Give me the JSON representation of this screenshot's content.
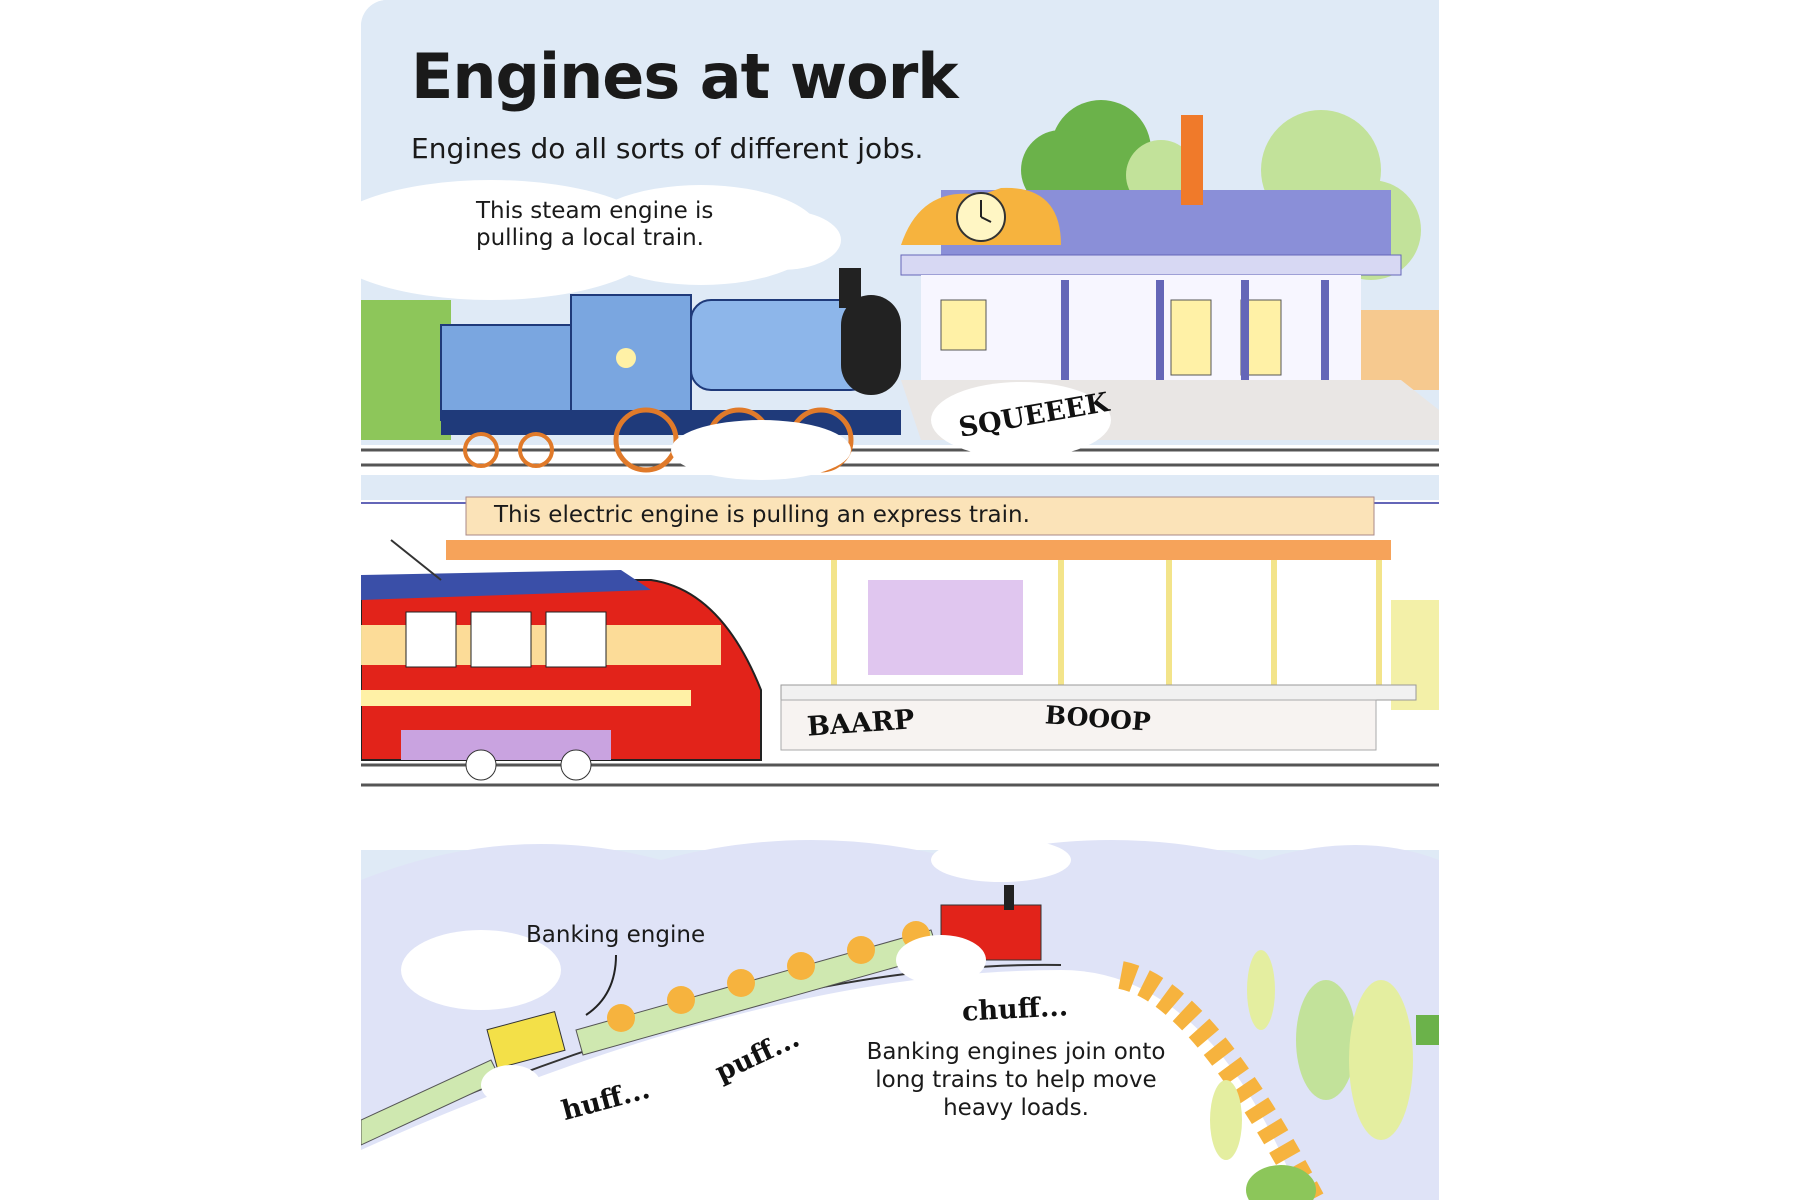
{
  "title": "Engines at work",
  "subtitle": "Engines do all sorts of different jobs.",
  "steam_section": {
    "caption": "This steam engine is pulling a local train.",
    "sound": "SQUEEEK"
  },
  "electric_section": {
    "caption": "This electric engine is pulling an express train.",
    "sounds": [
      "BAARP",
      "BOOOP"
    ]
  },
  "banking_section": {
    "label": "Banking engine",
    "caption": "Banking engines join onto long trains to help move heavy loads.",
    "sounds": [
      "huff...",
      "puff...",
      "chuff..."
    ]
  },
  "colors": {
    "sky": "#dfeaf6",
    "steam_engine": "#7aa6e0",
    "electric_engine": "#e2231a",
    "roof": "#8a8fd8",
    "banner": "#fbe3b8",
    "canopy": "#f6a35a"
  }
}
